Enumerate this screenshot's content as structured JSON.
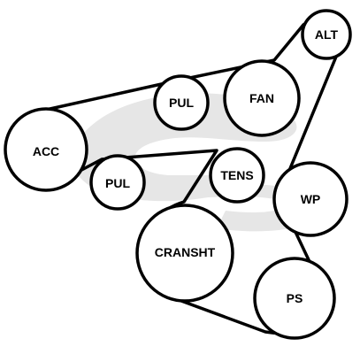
{
  "pulleys": {
    "alt": "ALT",
    "fan": "FAN",
    "pul_upper": "PUL",
    "acc": "ACC",
    "pul_lower": "PUL",
    "tens": "TENS",
    "wp": "WP",
    "cransht": "CRANSHT",
    "ps": "PS"
  },
  "colors": {
    "belt": "#000000",
    "pulley_fill": "#ffffff",
    "watermark": "#e6e6e6"
  },
  "icons": {
    "watermark": "gates-logo-watermark"
  }
}
